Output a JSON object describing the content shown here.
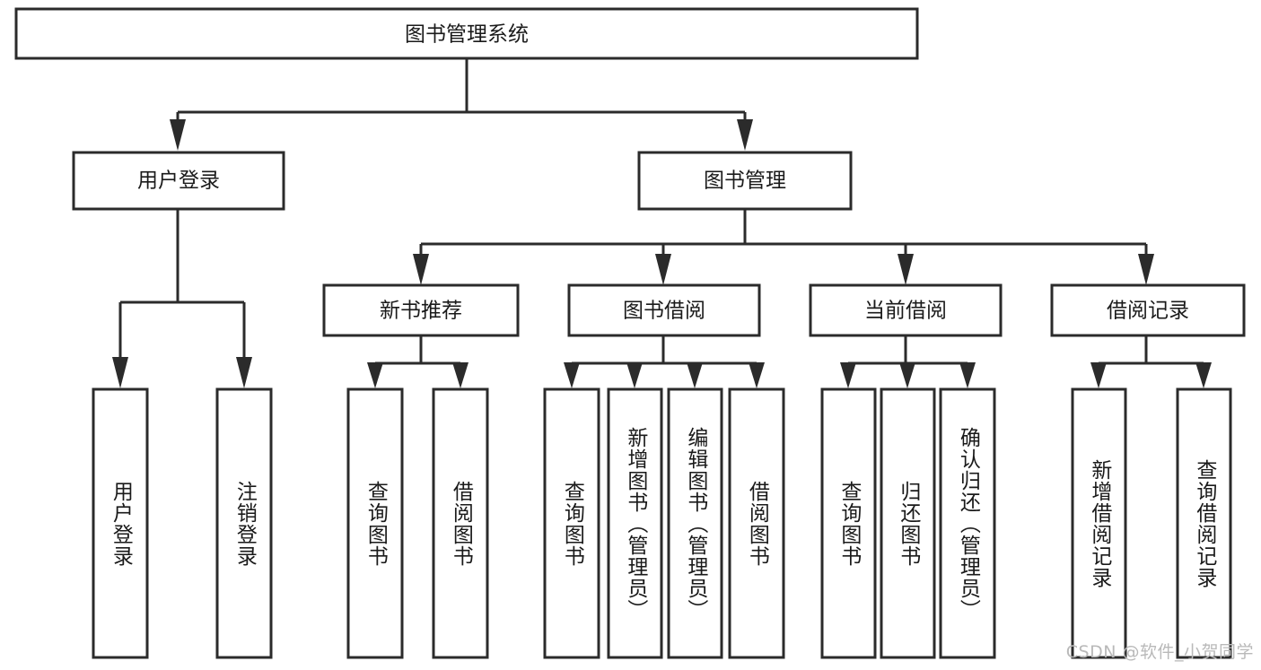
{
  "diagram": {
    "title_node": {
      "label": "图书管理系统"
    },
    "level2": [
      {
        "label": "用户登录"
      },
      {
        "label": "图书管理"
      }
    ],
    "level3": [
      {
        "label": "新书推荐"
      },
      {
        "label": "图书借阅"
      },
      {
        "label": "当前借阅"
      },
      {
        "label": "借阅记录"
      }
    ],
    "leaves": {
      "user_login": [
        {
          "label": "用户登录"
        },
        {
          "label": "注销登录"
        }
      ],
      "new_book": [
        {
          "label": "查询图书"
        },
        {
          "label": "借阅图书"
        }
      ],
      "book_borrow": [
        {
          "label": "查询图书"
        },
        {
          "label": "新增图书（管理员）"
        },
        {
          "label": "编辑图书（管理员）"
        },
        {
          "label": "借阅图书"
        }
      ],
      "current_borrow": [
        {
          "label": "查询图书"
        },
        {
          "label": "归还图书"
        },
        {
          "label": "确认归还（管理员）"
        }
      ],
      "borrow_record": [
        {
          "label": "新增借阅记录"
        },
        {
          "label": "查询借阅记录"
        }
      ]
    }
  },
  "watermark": {
    "text": "CSDN @软件_小贺同学"
  },
  "colors": {
    "stroke": "#2b2b2b",
    "fill": "#ffffff",
    "text": "#1a1a1a",
    "watermark": "#b9b9b9"
  }
}
